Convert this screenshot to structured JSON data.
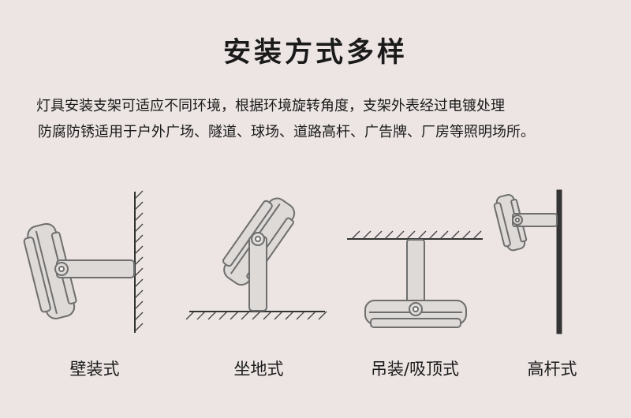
{
  "title": "安装方式多样",
  "description": [
    "灯具安装支架可适应不同环境，根据环境旋转角度，支架外表经过电镀处理",
    "防腐防锈适用于户外广场、隧道、球场、道路高杆、广告牌、厂房等照明场所。"
  ],
  "methods": [
    {
      "label": "壁装式",
      "icon": "wall-mount-light-icon"
    },
    {
      "label": "坐地式",
      "icon": "floor-mount-light-icon"
    },
    {
      "label": "吊装/吸顶式",
      "icon": "ceiling-mount-light-icon"
    },
    {
      "label": "高杆式",
      "icon": "pole-mount-light-icon"
    }
  ],
  "colors": {
    "background": "#ece5e3",
    "fixture_fill": "#dedad7",
    "outline": "#6e6e6e",
    "text": "#1a1a1a"
  }
}
